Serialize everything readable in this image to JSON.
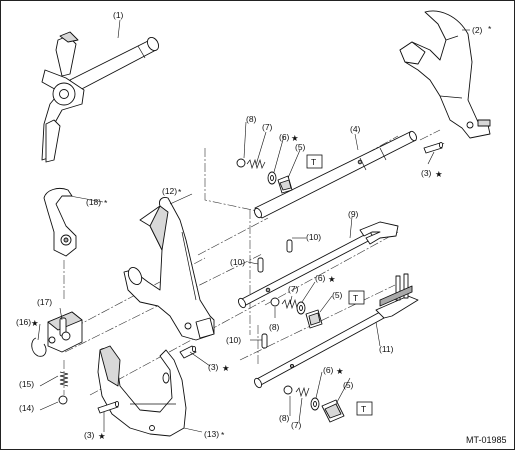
{
  "diagram_code": "MT-01985",
  "torque_box_symbol": "T",
  "star_symbol": "★",
  "asterisk_symbol": "*",
  "callouts": {
    "p1": "(1)",
    "p2": "(2)",
    "p3a": "(3)",
    "p3b": "(3)",
    "p3c": "(3)",
    "p4": "(4)",
    "p5a": "(5)",
    "p5b": "(5)",
    "p5c": "(5)",
    "p6a": "(6)",
    "p6b": "(6)",
    "p6c": "(6)",
    "p7a": "(7)",
    "p7b": "(7)",
    "p7c": "(7)",
    "p8a": "(8)",
    "p8b": "(8)",
    "p8c": "(8)",
    "p9": "(9)",
    "p10a": "(10)",
    "p10b": "(10)",
    "p10c": "(10)",
    "p11": "(11)",
    "p12": "(12)",
    "p13": "(13)",
    "p14": "(14)",
    "p15": "(15)",
    "p16": "(16)",
    "p17": "(17)",
    "p18": "(18)"
  }
}
